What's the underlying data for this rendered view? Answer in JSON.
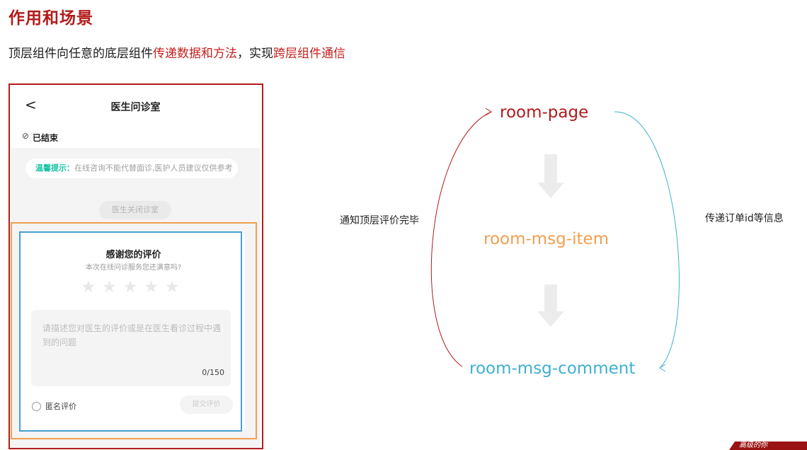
{
  "header": {
    "title": "作用和场景",
    "desc_part1": "顶层组件向任意的底层组件",
    "desc_hl1": "传递数据和方法",
    "desc_part2": "，实现",
    "desc_hl2": "跨层组件通信"
  },
  "phone": {
    "back_glyph": "<",
    "title": "医生问诊室",
    "status_icon": "⊘",
    "status_text": "已结束",
    "tip_label": "温馨提示：",
    "tip_text": "在线咨询不能代替面诊,医护人员建议仅供参考",
    "close_button": "医生关闭诊室",
    "card": {
      "title": "感谢您的评价",
      "subtitle": "本次在线问诊服务您还满意吗?",
      "stars": "★★★★★",
      "star_count": 5,
      "placeholder": "请描述您对医生的评价或是在医生看诊过程中遇到的问题",
      "counter": "0/150",
      "anonymous_label": "匿名评价",
      "submit_label": "提交评价"
    }
  },
  "diagram": {
    "nodes": {
      "page": "room-page",
      "item": "room-msg-item",
      "comment": "room-msg-comment"
    },
    "left_label": "通知顶层评价完毕",
    "right_label": "传递订单id等信息"
  },
  "corner": {
    "text": "高级的你"
  },
  "colors": {
    "red": "#b31b1b",
    "orange": "#f0a050",
    "blue": "#3fb0cd",
    "teal": "#16c2a3"
  }
}
